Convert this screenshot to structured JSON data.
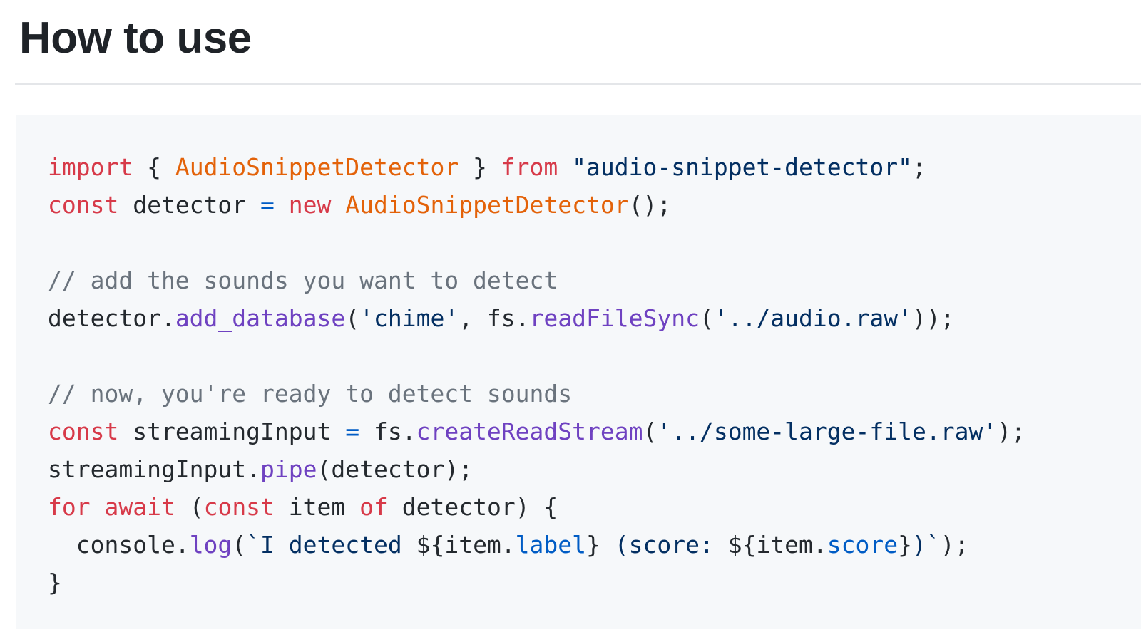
{
  "heading": {
    "text": "How to use"
  },
  "colors": {
    "page_background": "#ffffff",
    "heading_text": "#1f2328",
    "divider": "#e4e6e9",
    "code_background": "#f6f8fa",
    "code_text": "#24292e",
    "keyword": "#d73a49",
    "entity": "#e36209",
    "function": "#6f42c1",
    "string": "#032f62",
    "constant": "#005cc5",
    "comment": "#6a737d"
  },
  "code_block": {
    "language": "javascript",
    "lines": [
      [
        {
          "c": "k",
          "t": "import"
        },
        {
          "c": "p",
          "t": " { "
        },
        {
          "c": "e",
          "t": "AudioSnippetDetector"
        },
        {
          "c": "p",
          "t": " } "
        },
        {
          "c": "k",
          "t": "from"
        },
        {
          "c": "p",
          "t": " "
        },
        {
          "c": "s",
          "t": "\"audio-snippet-detector\""
        },
        {
          "c": "p",
          "t": ";"
        }
      ],
      [
        {
          "c": "k",
          "t": "const"
        },
        {
          "c": "p",
          "t": " detector "
        },
        {
          "c": "c2",
          "t": "="
        },
        {
          "c": "p",
          "t": " "
        },
        {
          "c": "k",
          "t": "new"
        },
        {
          "c": "p",
          "t": " "
        },
        {
          "c": "e",
          "t": "AudioSnippetDetector"
        },
        {
          "c": "p",
          "t": "();"
        }
      ],
      [],
      [
        {
          "c": "cm",
          "t": "// add the sounds you want to detect"
        }
      ],
      [
        {
          "c": "p",
          "t": "detector."
        },
        {
          "c": "f",
          "t": "add_database"
        },
        {
          "c": "p",
          "t": "("
        },
        {
          "c": "s",
          "t": "'chime'"
        },
        {
          "c": "p",
          "t": ", fs."
        },
        {
          "c": "f",
          "t": "readFileSync"
        },
        {
          "c": "p",
          "t": "("
        },
        {
          "c": "s",
          "t": "'../audio.raw'"
        },
        {
          "c": "p",
          "t": "));"
        }
      ],
      [],
      [
        {
          "c": "cm",
          "t": "// now, you're ready to detect sounds"
        }
      ],
      [
        {
          "c": "k",
          "t": "const"
        },
        {
          "c": "p",
          "t": " streamingInput "
        },
        {
          "c": "c2",
          "t": "="
        },
        {
          "c": "p",
          "t": " fs."
        },
        {
          "c": "f",
          "t": "createReadStream"
        },
        {
          "c": "p",
          "t": "("
        },
        {
          "c": "s",
          "t": "'../some-large-file.raw'"
        },
        {
          "c": "p",
          "t": ");"
        }
      ],
      [
        {
          "c": "p",
          "t": "streamingInput."
        },
        {
          "c": "f",
          "t": "pipe"
        },
        {
          "c": "p",
          "t": "(detector);"
        }
      ],
      [
        {
          "c": "k",
          "t": "for"
        },
        {
          "c": "p",
          "t": " "
        },
        {
          "c": "k",
          "t": "await"
        },
        {
          "c": "p",
          "t": " ("
        },
        {
          "c": "k",
          "t": "const"
        },
        {
          "c": "p",
          "t": " item "
        },
        {
          "c": "k",
          "t": "of"
        },
        {
          "c": "p",
          "t": " detector) {"
        }
      ],
      [
        {
          "c": "p",
          "t": "  console."
        },
        {
          "c": "f",
          "t": "log"
        },
        {
          "c": "p",
          "t": "("
        },
        {
          "c": "s",
          "t": "`I detected "
        },
        {
          "c": "p",
          "t": "${item."
        },
        {
          "c": "c2",
          "t": "label"
        },
        {
          "c": "p",
          "t": "}"
        },
        {
          "c": "s",
          "t": " (score: "
        },
        {
          "c": "p",
          "t": "${item."
        },
        {
          "c": "c2",
          "t": "score"
        },
        {
          "c": "p",
          "t": "}"
        },
        {
          "c": "s",
          "t": ")`"
        },
        {
          "c": "p",
          "t": ");"
        }
      ],
      [
        {
          "c": "p",
          "t": "}"
        }
      ]
    ]
  }
}
